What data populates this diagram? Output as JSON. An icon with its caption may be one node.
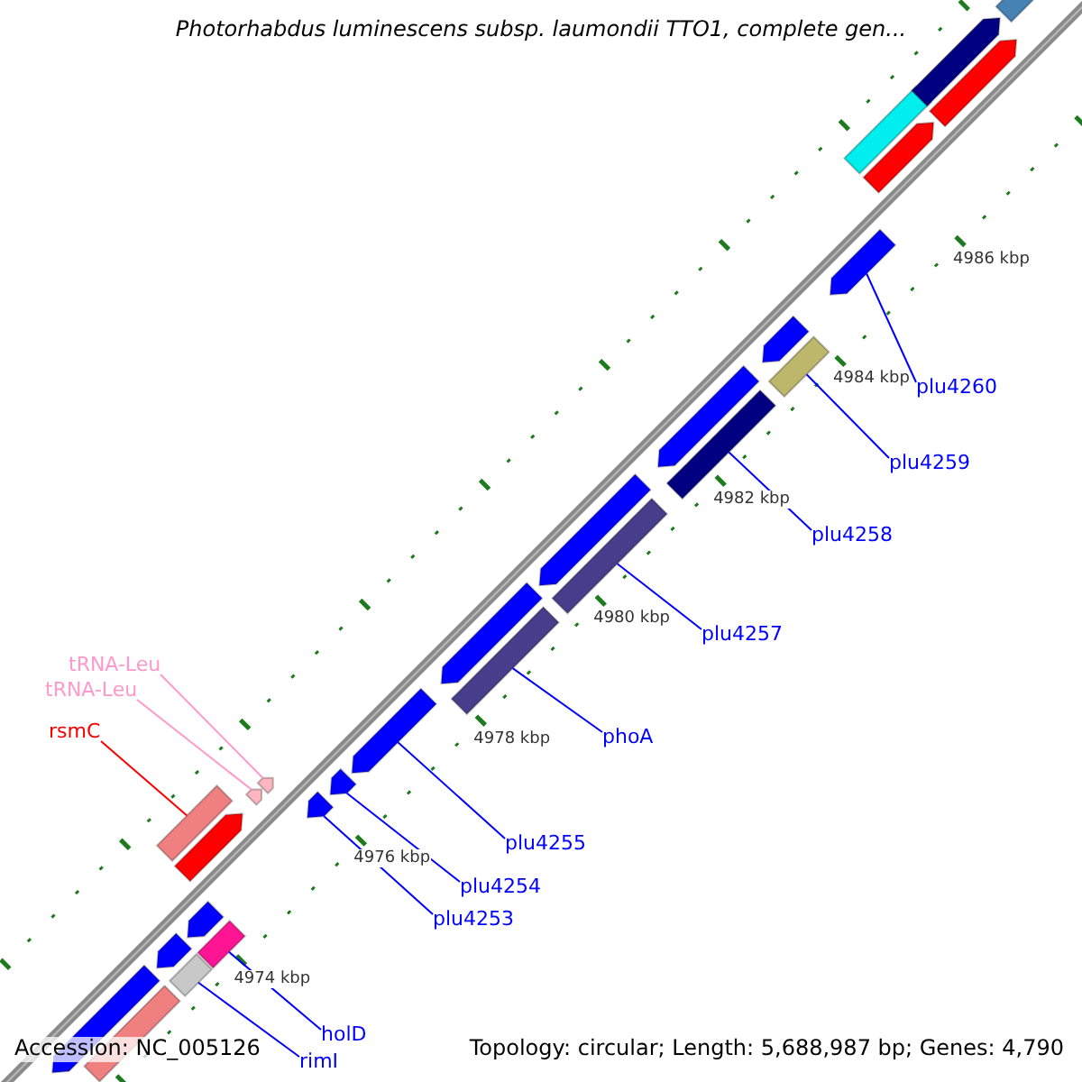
{
  "diagram": {
    "title": "Photorhabdus luminescens subsp. laumondii TTO1, complete gen...",
    "nodes": [
      {
        "text": [
          "tRNA-Leu"
        ]
      },
      {
        "text": [
          "tRNA-Leu"
        ]
      },
      {
        "text": [
          "rsmC"
        ]
      },
      {
        "text": [
          "plu4260"
        ]
      },
      {
        "text": [
          "plu4259"
        ]
      },
      {
        "text": [
          "plu4258"
        ]
      },
      {
        "text": [
          "plu4257"
        ]
      },
      {
        "text": [
          "phoA"
        ]
      },
      {
        "text": [
          "plu4255"
        ]
      },
      {
        "text": [
          "plu4254"
        ]
      },
      {
        "text": [
          "plu4253"
        ]
      },
      {
        "text": [
          "holD"
        ]
      },
      {
        "text": [
          "rimI"
        ]
      },
      {
        "text": [],
        "shape": "arrow"
      },
      {
        "text": [],
        "shape": "arrow"
      },
      {
        "text": [],
        "shape": "bar"
      },
      {
        "text": [],
        "shape": "arrow"
      },
      {
        "text": [],
        "shape": "bar"
      },
      {
        "text": [],
        "shape": "bar"
      },
      {
        "text": [],
        "shape": "bar"
      },
      {
        "text": [],
        "shape": "bar"
      },
      {
        "text": [],
        "shape": "arrow"
      },
      {
        "text": [],
        "shape": "arrow"
      },
      {
        "text": [],
        "shape": "arrow"
      },
      {
        "text": [],
        "shape": "bar"
      },
      {
        "text": [],
        "shape": "bar"
      },
      {
        "text": [],
        "shape": "arrow"
      },
      {
        "text": [],
        "shape": "arrow"
      },
      {
        "text": [],
        "shape": "arrow"
      },
      {
        "text": [],
        "shape": "arrow"
      },
      {
        "text": [],
        "shape": "arrow"
      },
      {
        "text": [],
        "shape": "arrow"
      },
      {
        "text": [],
        "shape": "arrow"
      },
      {
        "text": [],
        "shape": "arrow"
      },
      {
        "text": [],
        "shape": "bar"
      },
      {
        "text": [],
        "shape": "bar"
      },
      {
        "text": [],
        "shape": "arrow"
      },
      {
        "text": [],
        "shape": "arrow"
      },
      {
        "text": [],
        "shape": "arrow"
      },
      {
        "text": [],
        "shape": "bar"
      }
    ],
    "edges": [
      {
        "from": 0,
        "to": 13,
        "arrow": "none",
        "color": "#ff99cc"
      },
      {
        "from": 1,
        "to": 14,
        "arrow": "none",
        "color": "#ff99cc"
      },
      {
        "from": 2,
        "to": 15,
        "arrow": "none",
        "color": "#ff0000"
      },
      {
        "from": 3,
        "to": 16,
        "arrow": "none"
      },
      {
        "from": 4,
        "to": 17,
        "arrow": "none"
      },
      {
        "from": 5,
        "to": 18,
        "arrow": "none"
      },
      {
        "from": 6,
        "to": 19,
        "arrow": "none"
      },
      {
        "from": 7,
        "to": 20,
        "arrow": "none"
      },
      {
        "from": 8,
        "to": 21,
        "arrow": "none"
      },
      {
        "from": 9,
        "to": 22,
        "arrow": "none"
      },
      {
        "from": 10,
        "to": 23,
        "arrow": "none"
      },
      {
        "from": 11,
        "to": 24,
        "arrow": "none"
      },
      {
        "from": 12,
        "to": 25,
        "arrow": "none"
      }
    ],
    "labels": [
      "4986 kbp",
      "4984 kbp",
      "4982 kbp",
      "4980 kbp",
      "4978 kbp",
      "4976 kbp",
      "4974 kbp",
      "Accession: NC_005126",
      "Topology: circular; Length: 5,688,987 bp; Genes: 4,790"
    ]
  }
}
